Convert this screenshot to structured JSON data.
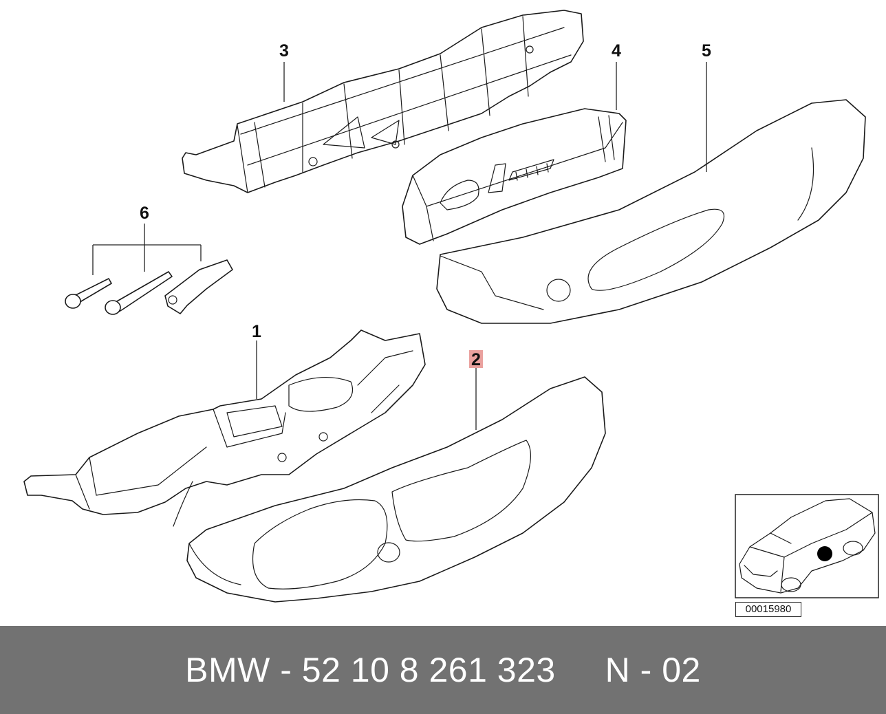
{
  "diagram": {
    "callouts": [
      {
        "id": "1",
        "label": "1"
      },
      {
        "id": "2",
        "label": "2",
        "highlighted": true
      },
      {
        "id": "3",
        "label": "3"
      },
      {
        "id": "4",
        "label": "4"
      },
      {
        "id": "5",
        "label": "5"
      },
      {
        "id": "6",
        "label": "6"
      }
    ],
    "highlight_color": "#d9534f",
    "reference_number": "00015980",
    "vehicle_marker_color": "#000000"
  },
  "footer": {
    "text": "BMW - 52 10 8 261 323     N - 02",
    "background": "#727272"
  }
}
